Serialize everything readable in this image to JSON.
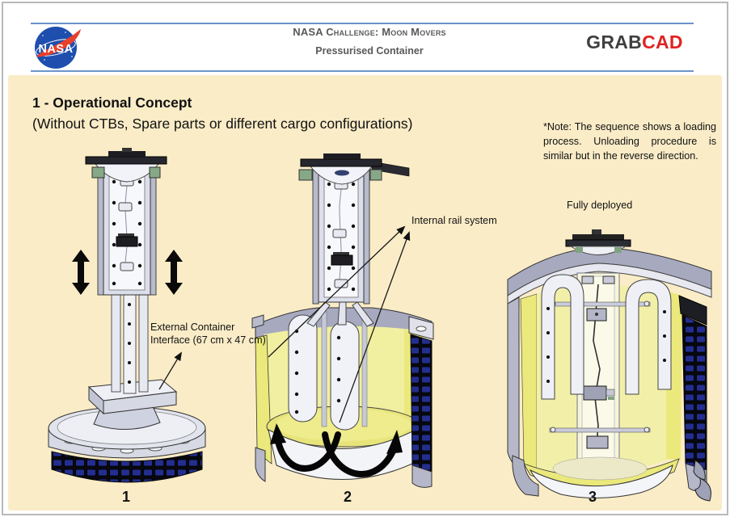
{
  "header": {
    "nasa_logo_text": "NASA",
    "challenge_line": "NASA Challenge: Moon Movers",
    "subtitle_line": "Pressurised Container",
    "grabcad": {
      "grab": "GRAB",
      "cad": "CAD"
    }
  },
  "slide": {
    "heading": "1 - Operational Concept",
    "subheading": "(Without CTBs, Spare parts or different cargo configurations)",
    "note": "*Note: The sequence shows a loading process. Unloading procedure is similar but in the reverse direction.",
    "annotations": {
      "fully_deployed": "Fully deployed",
      "internal_rail_system": "Internal rail system",
      "external_interface": "External Container Interface (67 cm x 47 cm)"
    },
    "steps": [
      {
        "number": "1"
      },
      {
        "number": "2"
      },
      {
        "number": "3"
      }
    ],
    "icons": {
      "step1_motion": "up-down-double-arrows",
      "step2_motion": "swing-out-curved-arrows"
    }
  },
  "colors": {
    "slide_background": "#FAECC7",
    "header_rule_blue": "#6B93CB",
    "header_text_gray": "#595959",
    "grabcad_dark": "#404041",
    "grabcad_red": "#E02321",
    "nasa_blue": "#1E4FAE",
    "nasa_red": "#E8402A",
    "container_interior_yellow": "#EBE97B",
    "insulation_tile_blue": "#232E8F"
  }
}
